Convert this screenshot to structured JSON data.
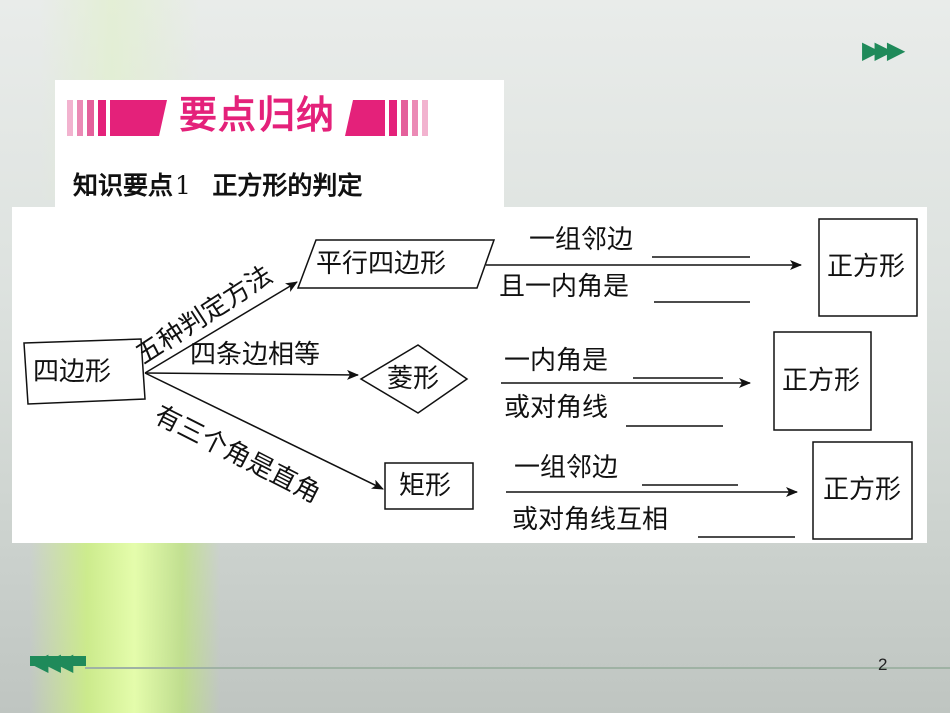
{
  "banner": {
    "title": "要点归纳"
  },
  "subtitle": {
    "prefix": "知识要点",
    "number": "1",
    "topic": "正方形的判定"
  },
  "diagram": {
    "start": "四边形",
    "branches": {
      "top_label": "五种判定方法",
      "mid_label": "四条边相等",
      "bottom_label": "有三个角是直角"
    },
    "nodes": {
      "parallelogram": "平行四边形",
      "rhombus": "菱形",
      "rectangle": "矩形"
    },
    "conditions": {
      "top_1": "一组邻边",
      "top_2": "且一内角是",
      "mid_1": "一内角是",
      "mid_2": "或对角线",
      "bot_1": "一组邻边",
      "bot_2": "或对角线互相"
    },
    "result": "正方形"
  },
  "page_number": "2",
  "colors": {
    "accent": "#e4217a",
    "nav": "#1f8a5a"
  }
}
